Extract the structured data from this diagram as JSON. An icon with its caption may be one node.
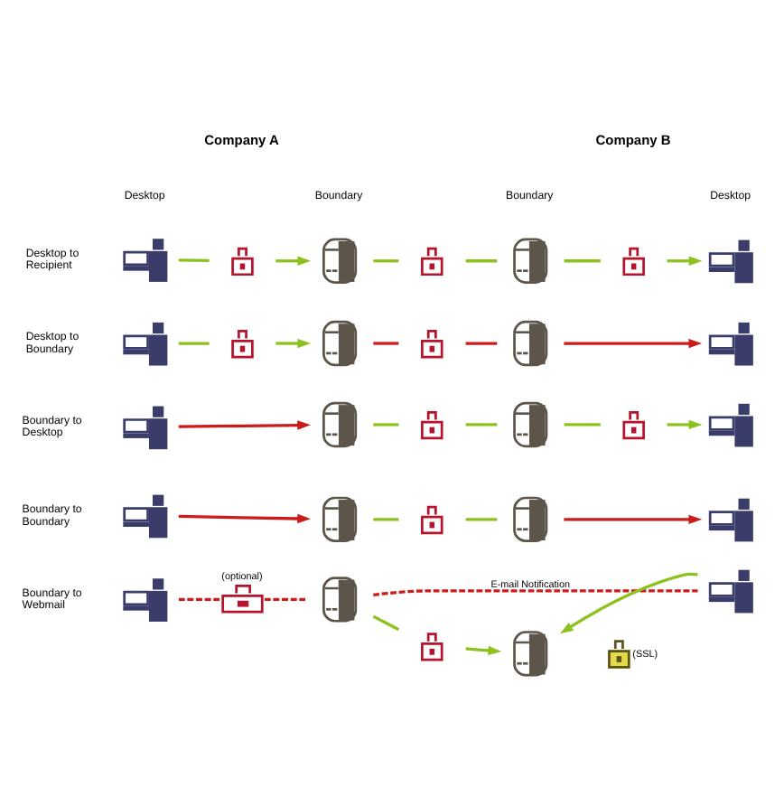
{
  "diagram": {
    "nodes": [
      {
        "text": [],
        "shape": "picture"
      },
      {
        "text": [],
        "shape": "picture"
      },
      {
        "text": [],
        "shape": "picture"
      },
      {
        "text": [],
        "shape": "picture"
      },
      {
        "text": [],
        "shape": "picture"
      },
      {
        "text": [],
        "shape": "picture"
      },
      {
        "text": [],
        "shape": "picture"
      },
      {
        "text": [],
        "shape": "picture"
      },
      {
        "text": [],
        "shape": "picture"
      },
      {
        "text": [],
        "shape": "picture"
      },
      {
        "text": [],
        "shape": "picture"
      },
      {
        "text": [],
        "shape": "picture"
      },
      {
        "text": [],
        "shape": "picture"
      },
      {
        "text": [],
        "shape": "picture"
      },
      {
        "text": [],
        "shape": "picture"
      },
      {
        "text": [],
        "shape": "picture"
      },
      {
        "text": [],
        "shape": "picture"
      },
      {
        "text": [],
        "shape": "picture"
      },
      {
        "text": [],
        "shape": "picture"
      },
      {
        "text": [],
        "shape": "picture"
      },
      {
        "text": [],
        "shape": "picture"
      },
      {
        "text": [],
        "shape": "picture"
      },
      {
        "text": [],
        "shape": "picture"
      },
      {
        "text": [],
        "shape": "picture"
      },
      {
        "text": [],
        "shape": "picture"
      },
      {
        "text": [],
        "shape": "picture",
        "beside": [
          "(optional)"
        ]
      },
      {
        "text": [],
        "shape": "picture"
      },
      {
        "text": [],
        "shape": "picture"
      },
      {
        "text": [],
        "shape": "picture"
      },
      {
        "text": [],
        "shape": "picture"
      },
      {
        "text": [],
        "shape": "picture",
        "beside": [
          "(SSL)"
        ]
      }
    ],
    "edges": [
      {
        "from": 0,
        "to": 1,
        "arrow": "none"
      },
      {
        "from": 1,
        "to": 2,
        "arrow": "to"
      },
      {
        "from": 2,
        "to": 3,
        "arrow": "none"
      },
      {
        "from": 3,
        "to": 4,
        "arrow": "none"
      },
      {
        "from": 4,
        "to": 5,
        "arrow": "none"
      },
      {
        "from": 5,
        "to": 6,
        "arrow": "to"
      },
      {
        "from": 7,
        "to": 8,
        "arrow": "none"
      },
      {
        "from": 8,
        "to": 9,
        "arrow": "to"
      },
      {
        "from": 9,
        "to": 10,
        "arrow": "none",
        "color": "#cc1b1b"
      },
      {
        "from": 10,
        "to": 11,
        "arrow": "none",
        "color": "#cc1b1b"
      },
      {
        "from": 11,
        "to": 12,
        "arrow": "to",
        "color": "#cc1b1b"
      },
      {
        "from": 13,
        "to": 14,
        "arrow": "to",
        "color": "#cc1b1b"
      },
      {
        "from": 14,
        "to": 15,
        "arrow": "none"
      },
      {
        "from": 15,
        "to": 16,
        "arrow": "none"
      },
      {
        "from": 16,
        "to": 17,
        "arrow": "none"
      },
      {
        "from": 17,
        "to": 18,
        "arrow": "to"
      },
      {
        "from": 19,
        "to": 20,
        "arrow": "to",
        "color": "#cc1b1b"
      },
      {
        "from": 20,
        "to": 21,
        "arrow": "none"
      },
      {
        "from": 21,
        "to": 22,
        "arrow": "none"
      },
      {
        "from": 22,
        "to": 23,
        "arrow": "to",
        "color": "#cc1b1b"
      },
      {
        "from": 24,
        "to": 25,
        "arrow": "none",
        "style": "dashed",
        "color": "#cc1b1b"
      },
      {
        "from": 25,
        "to": 26,
        "arrow": "none",
        "style": "dashed",
        "color": "#cc1b1b"
      },
      {
        "from": 26,
        "to": 27,
        "arrow": "none",
        "style": "dashed",
        "color": "#cc1b1b",
        "label": "E-mail Notification"
      },
      {
        "from": 26,
        "to": 28,
        "arrow": "none"
      },
      {
        "from": 28,
        "to": 29,
        "arrow": "to"
      },
      {
        "from": 27,
        "to": 29,
        "arrow": "to"
      }
    ],
    "labels": [
      "Company A",
      "Company B",
      "Desktop",
      "Boundary",
      "Boundary",
      "Desktop",
      "Desktop to Recipient",
      "Desktop to Boundary",
      "Boundary to Desktop",
      "Boundary to Boundary",
      "Boundary to Webmail"
    ]
  }
}
